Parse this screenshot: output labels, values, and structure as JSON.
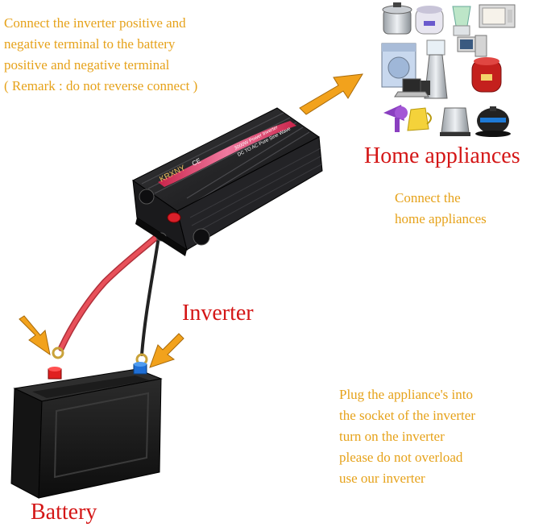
{
  "instructions": {
    "intro_lines": [
      "Connect the inverter positive and",
      "negative terminal to the battery",
      "positive and negative terminal",
      "( Remark : do not reverse connect )"
    ],
    "appliances_lines": [
      "Connect the",
      "home appliances"
    ],
    "usage_lines": [
      "Plug the appliance's into",
      "the socket of the inverter",
      "turn on the inverter",
      "please do not overload",
      "use our inverter"
    ]
  },
  "labels": {
    "home_appliances": "Home appliances",
    "inverter": "Inverter",
    "battery": "Battery"
  },
  "inverter_device": {
    "brand": "KRXNY",
    "cert": "CE",
    "model_line1": "3000W Power Inverter",
    "model_line2": "DC TO AC Pure Sine Wave"
  },
  "colors": {
    "instruction_text": "#e6a21a",
    "title_text": "#d41616",
    "arrow": "#f2a21c",
    "positive_cable": "#e8505a",
    "negative_cable": "#222222",
    "positive_terminal": "#e02020",
    "negative_terminal": "#1f6fd6"
  },
  "icons": [
    "pressure-cooker-icon",
    "rice-cooker-icon",
    "blender-icon",
    "microwave-icon",
    "washing-machine-icon",
    "juicer-icon",
    "red-rice-cooker-icon",
    "laptop-icon",
    "computer-monitor-icon",
    "hair-dryer-icon",
    "yellow-kettle-icon",
    "electric-kettle-icon",
    "blue-kettle-icon"
  ]
}
